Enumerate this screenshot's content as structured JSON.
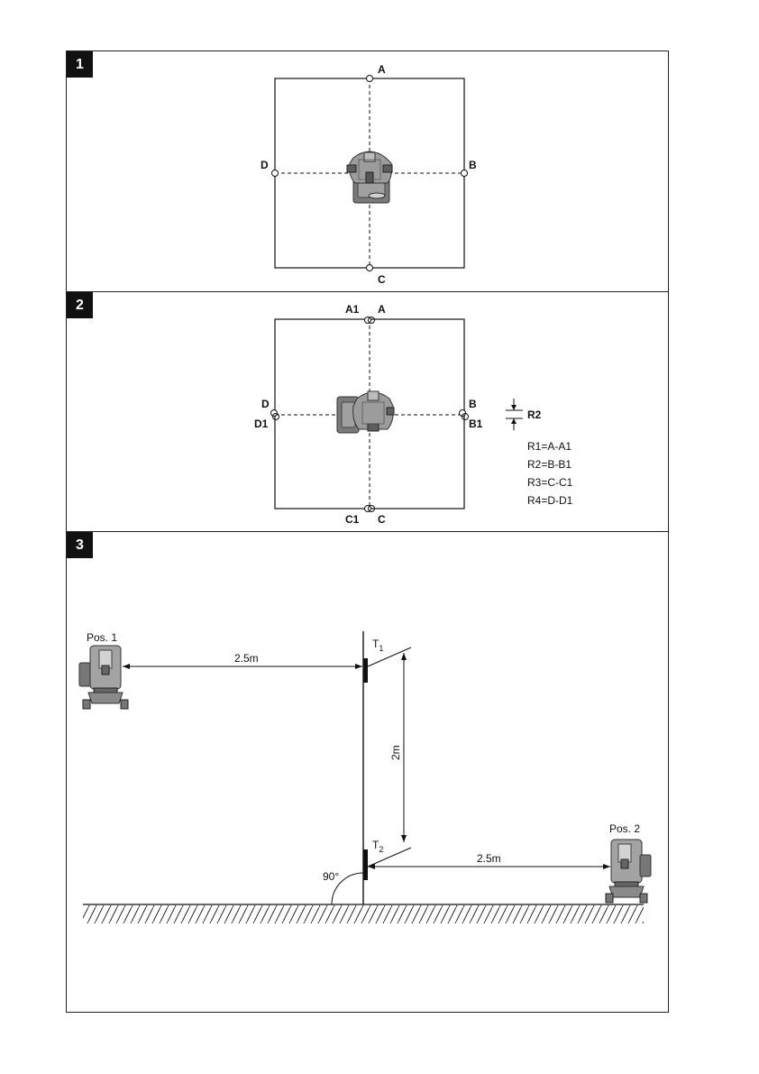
{
  "figure1": {
    "number": "1",
    "points": {
      "a": "A",
      "b": "B",
      "c": "C",
      "d": "D"
    }
  },
  "figure2": {
    "number": "2",
    "points": {
      "a": "A",
      "a1": "A1",
      "b": "B",
      "b1": "B1",
      "c": "C",
      "c1": "C1",
      "d": "D",
      "d1": "D1"
    },
    "r2_label": "R2",
    "legend": [
      "R1=A-A1",
      "R2=B-B1",
      "R3=C-C1",
      "R4=D-D1"
    ]
  },
  "figure3": {
    "number": "3",
    "pos1": "Pos. 1",
    "pos2": "Pos. 2",
    "distance_top": "2.5m",
    "distance_bottom": "2.5m",
    "height": "2m",
    "t1": "T",
    "t1_sub": "1",
    "t2": "T",
    "t2_sub": "2",
    "angle": "90°"
  },
  "colors": {
    "ink": "#111111",
    "device_dark": "#6e6e6e",
    "device_mid": "#a9a9a9",
    "device_light": "#d4d4d4"
  }
}
